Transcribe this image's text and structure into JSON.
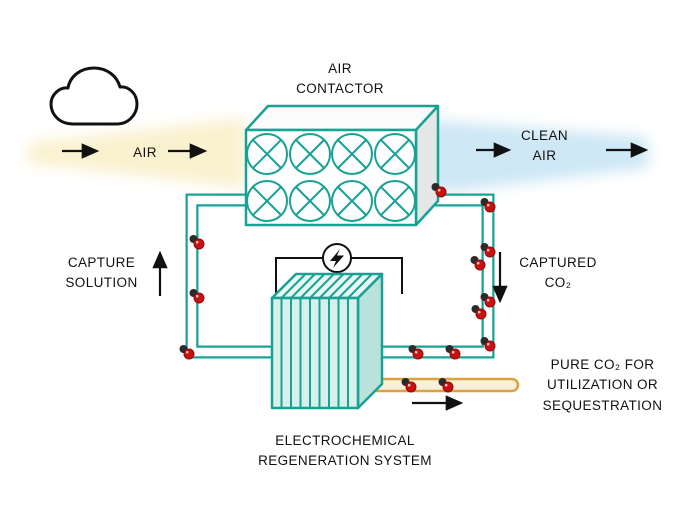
{
  "labels": {
    "air_contactor": "AIR\nCONTACTOR",
    "air_in": "AIR",
    "clean_air": "CLEAN\nAIR",
    "capture_solution": "CAPTURE\nSOLUTION",
    "captured_co2": "CAPTURED\nCO₂",
    "pure_co2_out": "PURE CO₂ FOR\nUTILIZATION OR\nSEQUESTRATION",
    "regeneration_system": "ELECTROCHEMICAL\nREGENERATION SYSTEM"
  },
  "icons": {
    "cloud": "cloud-icon",
    "power_source": "lightning-bolt-icon",
    "contactor_cells": "fan-blade-icon",
    "molecules": "co2-molecule-icon"
  },
  "colors": {
    "teal_outline": "#18a294",
    "cell_fill_light": "#d7f0eb",
    "air_beam_yellow": "#faf1cf",
    "clean_air_beam_blue": "#cde7f5",
    "co2_red": "#c81212",
    "molecule_dark": "#2b2b2b",
    "pure_co2_pipe_gold": "#d9a43a",
    "text": "#111111",
    "background": "#ffffff"
  }
}
